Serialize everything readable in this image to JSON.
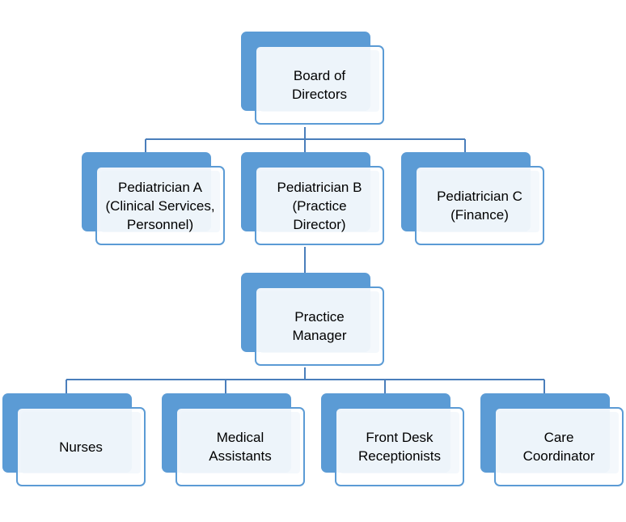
{
  "diagram": {
    "type": "org-chart",
    "colors": {
      "box_fill": "#5b9bd5",
      "box_border": "#5b9bd5",
      "connector": "#4a7ebb"
    },
    "nodes": {
      "board": "Board of\nDirectors",
      "ped_a": "Pediatrician A\n(Clinical Services,\nPersonnel)",
      "ped_b": "Pediatrician B\n(Practice\nDirector)",
      "ped_c": "Pediatrician C\n(Finance)",
      "manager": "Practice\nManager",
      "nurses": "Nurses",
      "medical_assistants": "Medical\nAssistants",
      "front_desk": "Front Desk\nReceptionists",
      "care_coordinator": "Care\nCoordinator"
    },
    "edges": [
      [
        "board",
        "ped_a"
      ],
      [
        "board",
        "ped_b"
      ],
      [
        "board",
        "ped_c"
      ],
      [
        "ped_b",
        "manager"
      ],
      [
        "manager",
        "nurses"
      ],
      [
        "manager",
        "medical_assistants"
      ],
      [
        "manager",
        "front_desk"
      ],
      [
        "manager",
        "care_coordinator"
      ]
    ]
  }
}
